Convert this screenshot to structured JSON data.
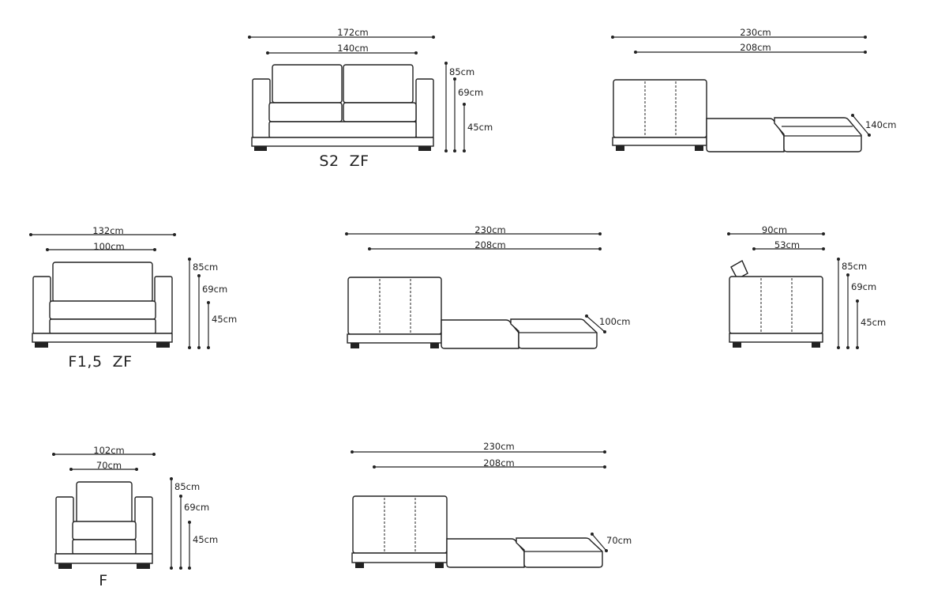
{
  "colors": {
    "line": "#222222",
    "background": "#ffffff"
  },
  "models": {
    "s2zf": {
      "name": "S2  ZF",
      "front": {
        "width_outer": "172cm",
        "width_inner": "140cm",
        "height_back": "85cm",
        "height_arm": "69cm",
        "height_seat": "45cm"
      },
      "side": {
        "length_open": "230cm",
        "length_bed": "208cm",
        "depth": "140cm"
      }
    },
    "f15zf": {
      "name": "F1,5  ZF",
      "front": {
        "width_outer": "132cm",
        "width_inner": "100cm",
        "height_back": "85cm",
        "height_arm": "69cm",
        "height_seat": "45cm"
      },
      "side": {
        "length_open": "230cm",
        "length_bed": "208cm",
        "depth": "100cm"
      }
    },
    "f": {
      "name": "F",
      "front": {
        "width_outer": "102cm",
        "width_inner": "70cm",
        "height_back": "85cm",
        "height_arm": "69cm",
        "height_seat": "45cm"
      },
      "side": {
        "length_open": "230cm",
        "length_bed": "208cm",
        "depth": "70cm"
      }
    }
  },
  "profile": {
    "depth_outer": "90cm",
    "depth_seat": "53cm",
    "height_back": "85cm",
    "height_arm": "69cm",
    "height_seat": "45cm"
  }
}
